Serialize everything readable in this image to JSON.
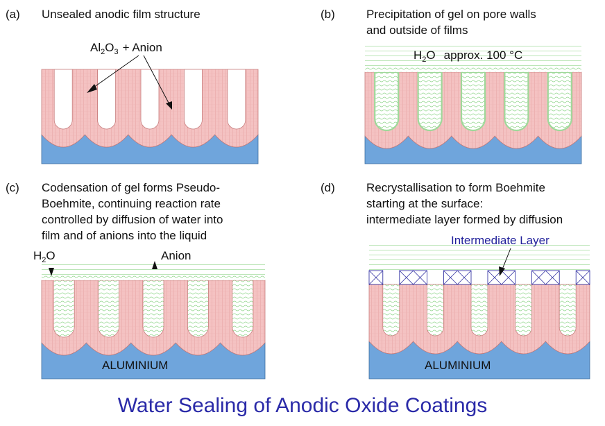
{
  "title": "Water Sealing of Anodic Oxide Coatings",
  "colors": {
    "oxide": "#f4c2c2",
    "oxide_hatch": "#e59a9a",
    "aluminium": "#6fa5dc",
    "gel": "#9fd89a",
    "water_line": "#7ccf74",
    "intermediate": "#1f1f9a",
    "title": "#2a2aa8"
  },
  "panels": {
    "a": {
      "tag": "(a)",
      "caption_lines": [
        "Unsealed anodic film structure"
      ],
      "label_al": "Al",
      "label_al_sub1": "2",
      "label_o": "O",
      "label_o_sub": "3",
      "label_anion": "+ Anion"
    },
    "b": {
      "tag": "(b)",
      "caption_lines": [
        "Precipitation of gel on pore walls",
        "and outside of films"
      ],
      "label_h": "H",
      "label_h_sub": "2",
      "label_h_o": "O",
      "label_temp": "approx. 100 °C"
    },
    "c": {
      "tag": "(c)",
      "caption_lines": [
        "Codensation of gel forms Pseudo-",
        "Boehmite, continuing reaction rate",
        "controlled by diffusion of water into",
        "film and of anions into the liquid"
      ],
      "label_h": "H",
      "label_h_sub": "2",
      "label_h_o": "O",
      "label_anion": "Anion",
      "aluminium_label": "ALUMINIUM"
    },
    "d": {
      "tag": "(d)",
      "caption_lines": [
        "Recrystallisation to form Boehmite",
        "starting at the surface:",
        "intermediate layer formed by diffusion"
      ],
      "label_intermediate": "Intermediate Layer",
      "aluminium_label": "ALUMINIUM"
    }
  }
}
